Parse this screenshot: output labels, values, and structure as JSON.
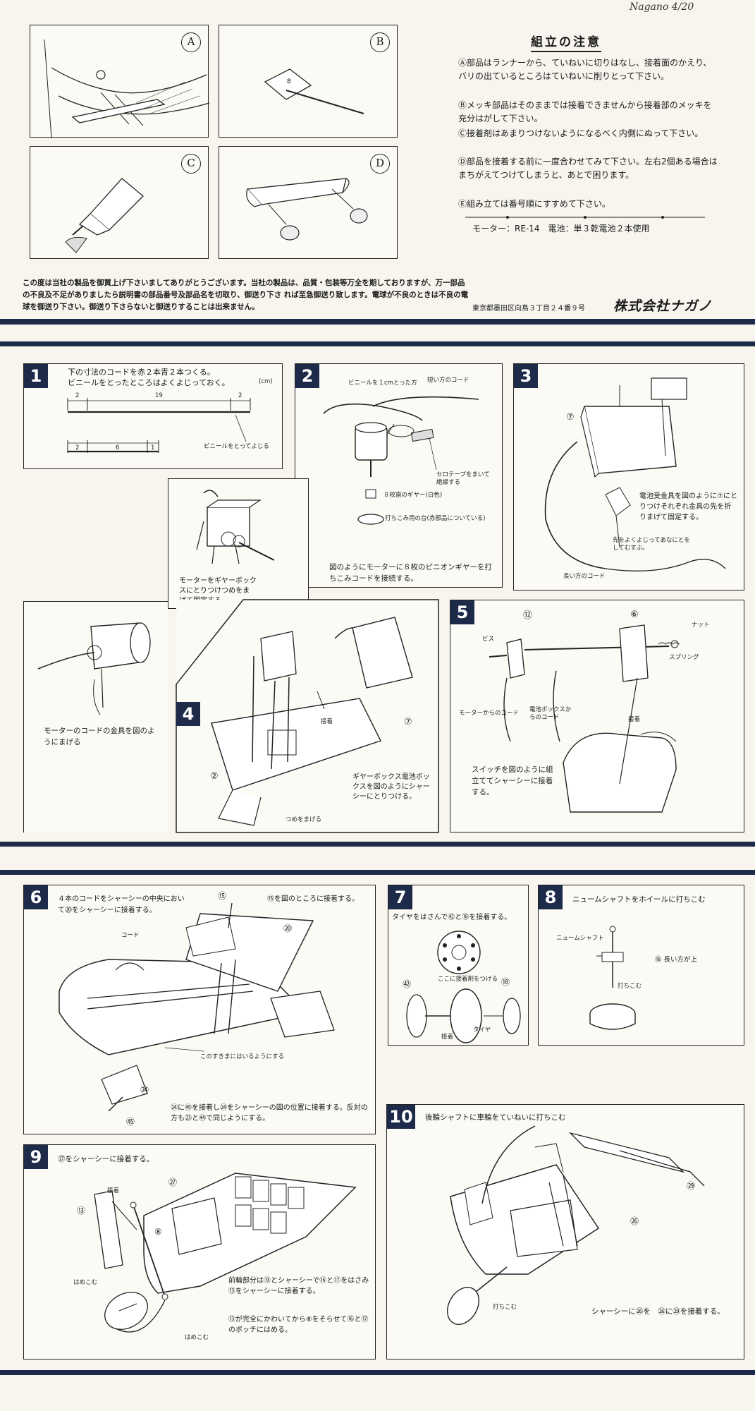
{
  "handwriting": "Nagano 4/20",
  "notes": {
    "title": "組立の注意",
    "items": [
      "Ⓐ部品はランナーから、ていねいに切りはなし、接着面のかえり、バリの出ているところはていねいに削りとって下さい。",
      "Ⓑメッキ部品はそのままでは接着できませんから接着部のメッキを充分はがして下さい。",
      "Ⓒ接着剤はあまりつけないようになるべく内側にぬって下さい。",
      "Ⓓ部品を接着する前に一度合わせてみて下さい。左右2個ある場合はまちがえてつけてしまうと、あとで困ります。",
      "Ⓔ組み立ては番号順にすすめて下さい。"
    ],
    "spec": "モーター：RE-14　電池：単３乾電池２本使用"
  },
  "panels": {
    "a": "A",
    "b": "B",
    "c": "C",
    "d": "D"
  },
  "notice": "この度は当社の製品を御買上げ下さいましてありがとうございます。当社の製品は、品質・包装等万全を期しておりますが、万一部品の不良及不足がありましたら説明書の部品番号及部品名を切取り、御送り下さ れば至急御送り致します。電球が不良のときは不良の電球を御送り下さい。御送り下さらないと御送りすることは出来ません。",
  "company": {
    "address": "東京都墨田区向島３丁目２４番９号",
    "name": "株式会社ナガノ"
  },
  "steps": {
    "s1": {
      "num": "1",
      "text1": "下の寸法のコードを赤２本青２本つくる。",
      "text2": "ビニールをとったところはよくよじっておく。",
      "unit": "(cm)",
      "d1": "2",
      "d2": "19",
      "d3": "2",
      "d4": "2",
      "d5": "6",
      "d6": "1",
      "label": "ビニールをとってよじる"
    },
    "s2": {
      "num": "2",
      "l1": "ビニールを１cmとった方",
      "l2": "短い方のコード",
      "l3": "セロテープをまいて絶縁する",
      "l4": "８枚歯のギヤー(白色)",
      "l5": "打ちこみ用の台(赤部品についている)",
      "text": "図のようにモーターに８枚のピニオンギヤーを打ちこみコードを接続する。"
    },
    "s2b": {
      "text": "モーターをギヤーボックスにとりつけつめをまげて固定する"
    },
    "s3": {
      "num": "3",
      "part": "⑦",
      "text": "電池受金具を図のように⑦にとりつけそれぞれ金具の先を折りまげて固定する。",
      "l1": "先をよくよじってあなにとをしてむすぶ。",
      "l2": "長い方のコード"
    },
    "s3b": {
      "text": "モーターのコードの金具を図のようにまげる"
    },
    "s4": {
      "num": "4",
      "l1": "接着",
      "part7": "⑦",
      "part2": "②",
      "l2": "つめをまげる",
      "text": "ギヤーボックス電池ボックスを図のようにシャーシーにとりつける。"
    },
    "s5": {
      "num": "5",
      "part12": "⑫",
      "part6": "⑥",
      "l1": "ビス",
      "l2": "ナット",
      "l3": "スプリング",
      "l4": "モーターからのコード",
      "l5": "電池ボックスからのコード",
      "l6": "接着",
      "text": "スイッチを図のように組立ててシャーシーに接着する。"
    },
    "s6": {
      "num": "6",
      "text1": "４本のコードをシャーシーの中央において⑳をシャーシーに接着する。",
      "text2": "⑮を図のところに接着する。",
      "p15": "⑮",
      "p20": "⑳",
      "p24": "㉔",
      "p45": "㊺",
      "l1": "コード",
      "l2": "このすきまにはいるようにする",
      "text3": "㉔に㊺を接着し㉔をシャーシーの図の位置に接着する。反対の方も㉓と㊹で同じようにする。"
    },
    "s7": {
      "num": "7",
      "text": "タイヤをはさんで㊷と⑱を接着する。",
      "l1": "ここに接着剤をつける",
      "l2": "接着",
      "l3": "タイヤ",
      "p42": "㊷",
      "p18": "⑱"
    },
    "s8": {
      "num": "8",
      "text": "ニュームシャフトをホイールに打ちこむ",
      "l1": "ニュームシャフト",
      "l2": "⑯ 長い方が上",
      "l3": "打ちこむ"
    },
    "s9": {
      "num": "9",
      "text1": "㉗をシャーシーに接着する。",
      "p27": "㉗",
      "p13": "⑬",
      "p8": "⑧",
      "l1": "接着",
      "l2": "はめこむ",
      "l3": "はめこむ",
      "text2": "前輪部分は⑬とシャーシーで⑯と⑰をはさみ⑬をシャーシーに接着する。",
      "text3": "⑬が完全にかわいてから⑧をそらせて⑯と⑰のポッチにはめる。"
    },
    "s10": {
      "num": "10",
      "text1": "後輪シャフトに車輪をていねいに打ちこむ",
      "p29": "㉙",
      "p26": "㉖",
      "l1": "打ちこむ",
      "text2": "シャーシーに㉖を　㉖に㉙を接着する。"
    }
  }
}
